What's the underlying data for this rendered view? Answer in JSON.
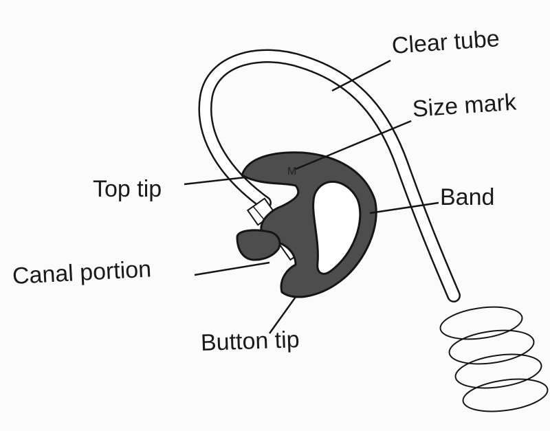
{
  "labels": {
    "clear_tube": "Clear tube",
    "size_mark": "Size mark",
    "top_tip": "Top tip",
    "band": "Band",
    "canal_portion": "Canal portion",
    "button_tip": "Button tip"
  },
  "size_mark_glyph": "M",
  "colors": {
    "background": "#fbfbfb",
    "earpiece_fill": "#4d4d4d",
    "outline": "#151515",
    "tube_fill": "#ffffff",
    "text": "#1a1a1a"
  }
}
